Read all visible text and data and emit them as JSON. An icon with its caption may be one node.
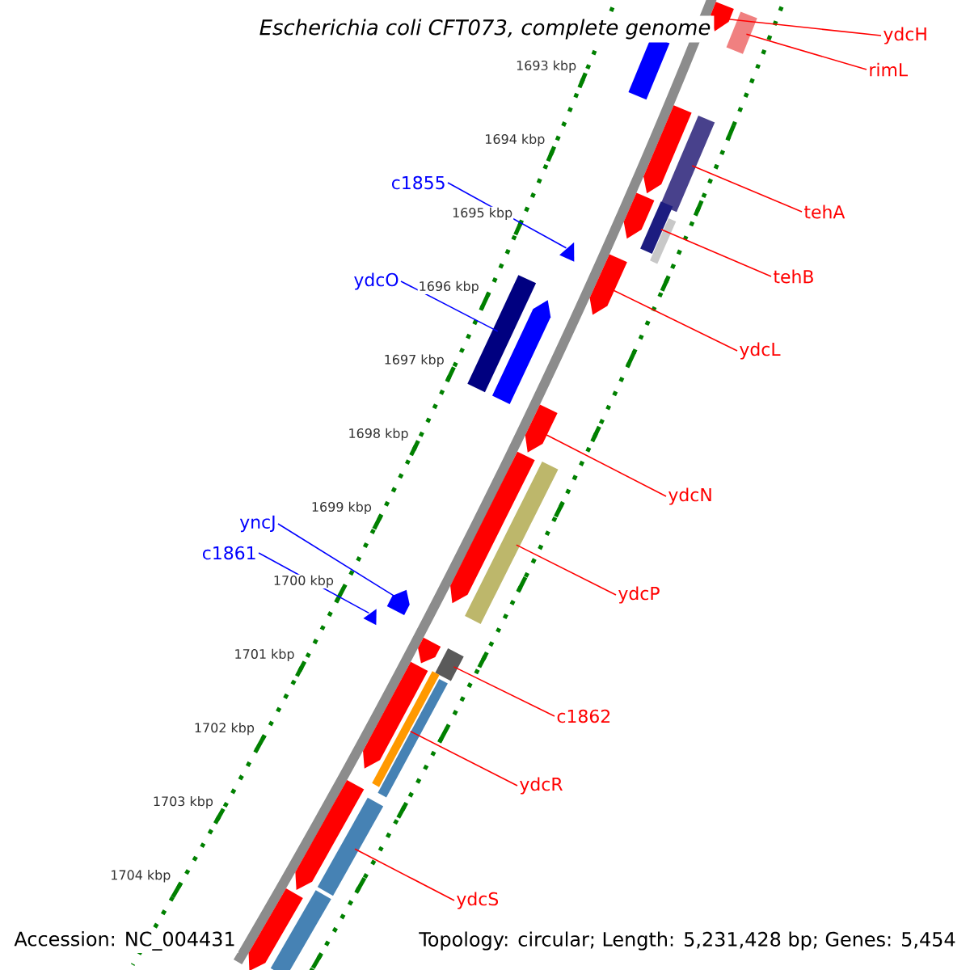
{
  "diagram": {
    "title": "Escherichia coli CFT073, complete genome",
    "nodes": [
      {
        "text": [
          "ydcH"
        ]
      },
      {
        "text": [
          "rimL"
        ]
      },
      {
        "text": [
          "c1855"
        ]
      },
      {
        "text": [
          "tehA"
        ]
      },
      {
        "text": [
          "tehB"
        ]
      },
      {
        "text": [
          "ydcO"
        ]
      },
      {
        "text": [
          "ydcL"
        ]
      },
      {
        "text": [
          "ydcN"
        ]
      },
      {
        "text": [
          "yncJ"
        ]
      },
      {
        "text": [
          "c1861"
        ]
      },
      {
        "text": [
          "ydcP"
        ]
      },
      {
        "text": [
          "c1862"
        ]
      },
      {
        "text": [
          "ydcR"
        ]
      },
      {
        "text": [
          "ydcS"
        ]
      },
      {
        "text": [],
        "shape": "bar"
      },
      {
        "text": [],
        "shape": "bar"
      },
      {
        "text": [],
        "shape": "bar"
      },
      {
        "text": [],
        "shape": "bar"
      },
      {
        "text": [],
        "shape": "bar"
      },
      {
        "text": [],
        "shape": "bar"
      },
      {
        "text": [],
        "shape": "bar"
      },
      {
        "text": [],
        "shape": "bar"
      },
      {
        "text": [],
        "shape": "bar"
      },
      {
        "text": [],
        "shape": "bar"
      },
      {
        "text": [],
        "shape": "bar"
      },
      {
        "text": [],
        "shape": "bar"
      },
      {
        "text": [],
        "shape": "bar"
      },
      {
        "text": [],
        "shape": "bar"
      },
      {
        "text": [],
        "shape": "bar"
      },
      {
        "text": [],
        "shape": "bar"
      },
      {
        "text": [],
        "shape": "bar"
      },
      {
        "text": [],
        "shape": "bar"
      },
      {
        "text": [],
        "shape": "bar"
      },
      {
        "text": [],
        "shape": "bar"
      },
      {
        "text": [],
        "shape": "bar"
      },
      {
        "text": [],
        "shape": "bar"
      },
      {
        "text": [],
        "shape": "bar"
      },
      {
        "text": [],
        "shape": "bar"
      },
      {
        "text": [],
        "shape": "bar"
      },
      {
        "text": [],
        "shape": "bar"
      }
    ],
    "edges": [
      {
        "from": 0,
        "to": 14,
        "arrow": "none"
      },
      {
        "from": 1,
        "to": 15,
        "arrow": "none"
      },
      {
        "from": 2,
        "to": 22,
        "arrow": "none",
        "color": "#0000ff"
      },
      {
        "from": 3,
        "to": 18,
        "arrow": "none"
      },
      {
        "from": 4,
        "to": 20,
        "arrow": "none"
      },
      {
        "from": 5,
        "to": 24,
        "arrow": "none",
        "color": "#0000ff"
      },
      {
        "from": 6,
        "to": 23,
        "arrow": "none"
      },
      {
        "from": 7,
        "to": 26,
        "arrow": "none"
      },
      {
        "from": 8,
        "to": 29,
        "arrow": "none",
        "color": "#0000ff"
      },
      {
        "from": 9,
        "to": 30,
        "arrow": "none",
        "color": "#0000ff"
      },
      {
        "from": 10,
        "to": 28,
        "arrow": "none"
      },
      {
        "from": 11,
        "to": 32,
        "arrow": "none"
      },
      {
        "from": 12,
        "to": 34,
        "arrow": "none"
      },
      {
        "from": 13,
        "to": 37,
        "arrow": "none"
      }
    ],
    "labels": [
      "1693 kbp",
      "1694 kbp",
      "1695 kbp",
      "1696 kbp",
      "1697 kbp",
      "1698 kbp",
      "1699 kbp",
      "1700 kbp",
      "1701 kbp",
      "1702 kbp",
      "1703 kbp",
      "1704 kbp",
      "Accession: NC_004431",
      "Topology: circular; Length: 5,231,428 bp; Genes: 5,454"
    ]
  }
}
